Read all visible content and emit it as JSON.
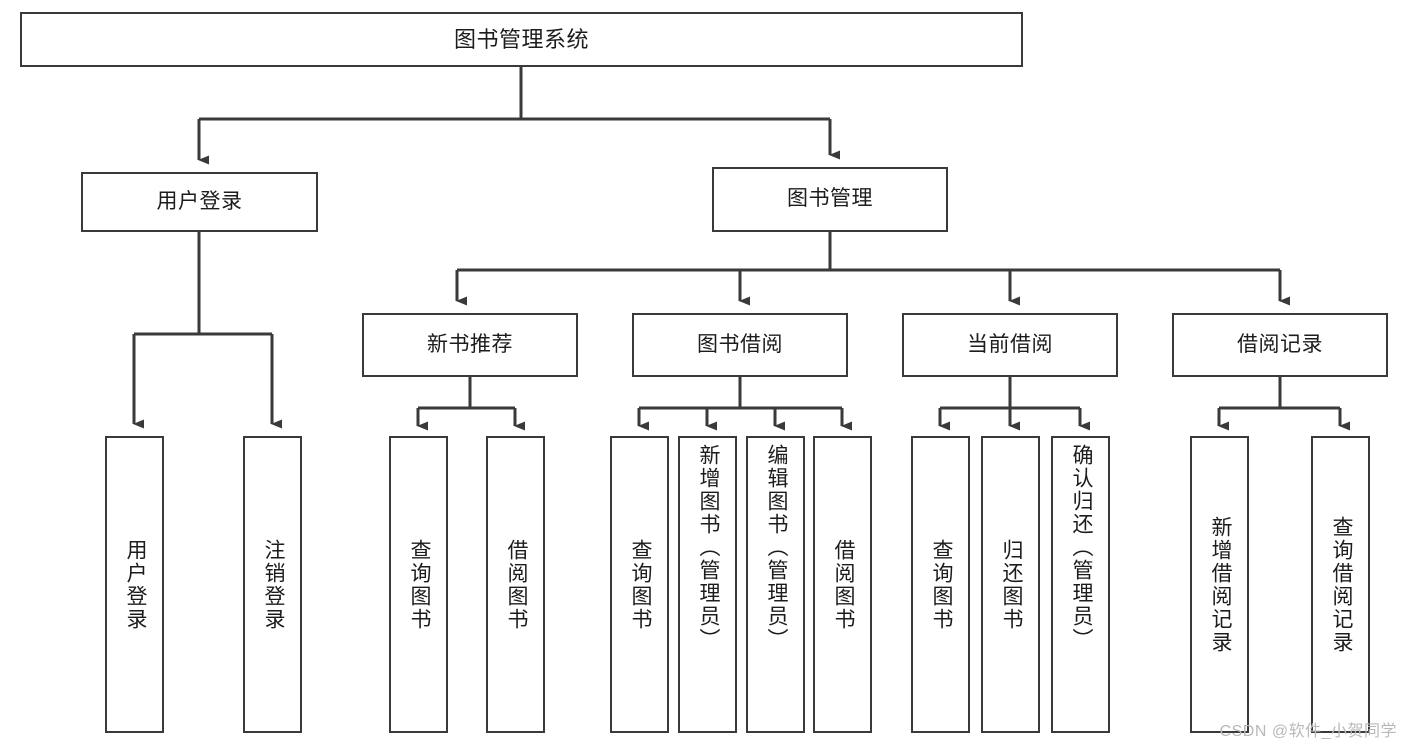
{
  "diagram": {
    "type": "tree",
    "title": "图书管理系统",
    "watermark": "CSDN @软件_小贺同学",
    "colors": {
      "box_border": "#3a3a3a",
      "box_fill": "#ffffff",
      "edge": "#3a3a3a",
      "text": "#1c1c1c",
      "watermark": "#b9b9b9"
    },
    "nodes": {
      "root": {
        "label": "图书管理系统",
        "level": 1
      },
      "l2": [
        {
          "id": "user_login",
          "label": "用户登录",
          "level": 2
        },
        {
          "id": "book_mgmt",
          "label": "图书管理",
          "level": 2
        }
      ],
      "l3": [
        {
          "id": "new_book_rec",
          "label": "新书推荐",
          "level": 3,
          "parent": "book_mgmt"
        },
        {
          "id": "book_borrow",
          "label": "图书借阅",
          "level": 3,
          "parent": "book_mgmt"
        },
        {
          "id": "current_borrow",
          "label": "当前借阅",
          "level": 3,
          "parent": "book_mgmt"
        },
        {
          "id": "borrow_record",
          "label": "借阅记录",
          "level": 3,
          "parent": "book_mgmt"
        }
      ],
      "leaves": [
        {
          "id": "leaf_user_login",
          "label": "用户登录",
          "parent": "user_login"
        },
        {
          "id": "leaf_user_logout",
          "label": "注销登录",
          "parent": "user_login"
        },
        {
          "id": "leaf_query_book_1",
          "label": "查询图书",
          "parent": "new_book_rec"
        },
        {
          "id": "leaf_borrow_book_1",
          "label": "借阅图书",
          "parent": "new_book_rec"
        },
        {
          "id": "leaf_query_book_2",
          "label": "查询图书",
          "parent": "book_borrow"
        },
        {
          "id": "leaf_add_book",
          "label": "新增图书（管理员）",
          "parent": "book_borrow"
        },
        {
          "id": "leaf_edit_book",
          "label": "编辑图书（管理员）",
          "parent": "book_borrow"
        },
        {
          "id": "leaf_borrow_book_2",
          "label": "借阅图书",
          "parent": "book_borrow"
        },
        {
          "id": "leaf_query_book_3",
          "label": "查询图书",
          "parent": "current_borrow"
        },
        {
          "id": "leaf_return_book",
          "label": "归还图书",
          "parent": "current_borrow"
        },
        {
          "id": "leaf_confirm_return",
          "label": "确认归还（管理员）",
          "parent": "current_borrow"
        },
        {
          "id": "leaf_add_record",
          "label": "新增借阅记录",
          "parent": "borrow_record"
        },
        {
          "id": "leaf_query_record",
          "label": "查询借阅记录",
          "parent": "borrow_record"
        }
      ]
    }
  }
}
